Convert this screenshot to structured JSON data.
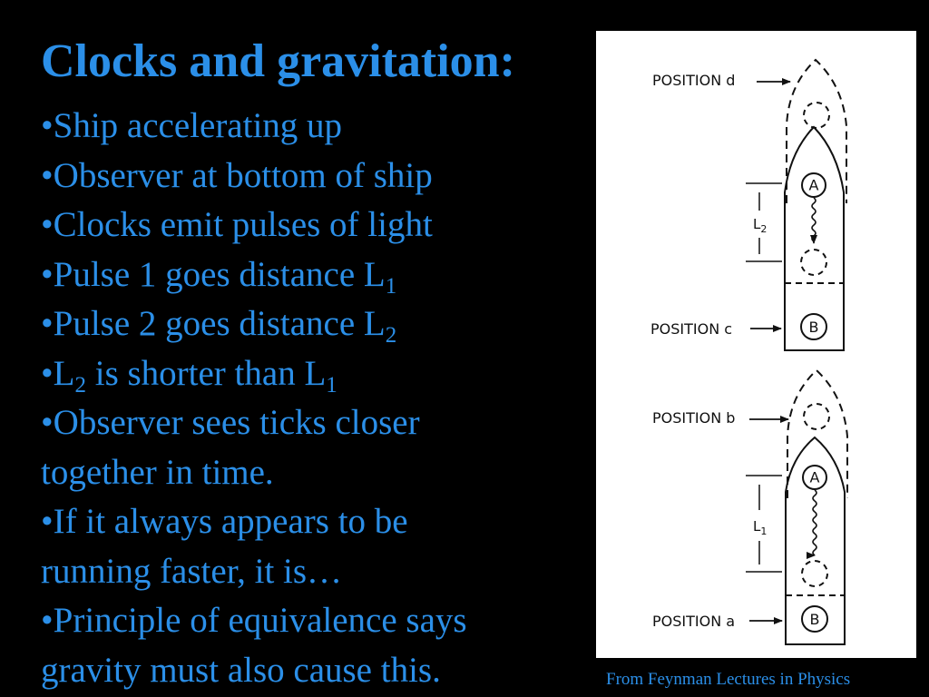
{
  "slide": {
    "title": "Clocks and gravitation:",
    "bullets": [
      {
        "text": "•Ship accelerating up"
      },
      {
        "text": "•Observer at bottom of ship"
      },
      {
        "text": "•Clocks emit pulses of light"
      },
      {
        "pre": "•Pulse 1 goes distance L",
        "sub": "1"
      },
      {
        "pre": "•Pulse 2 goes distance L",
        "sub": "2"
      },
      {
        "pre": "•L",
        "sub": "2",
        "post": " is shorter than L",
        "sub2": "1"
      },
      {
        "text": "•Observer sees ticks closer"
      },
      {
        "text": "together in time."
      },
      {
        "text": "•If it always appears to be"
      },
      {
        "text": "running faster, it is…"
      },
      {
        "text": "•Principle of equivalence says"
      },
      {
        "text": "gravity must also cause this."
      }
    ],
    "caption": "From Feynman Lectures in Physics",
    "colors": {
      "accent": "#2b8fe8",
      "background": "#000000",
      "figure_bg": "#ffffff"
    }
  },
  "figure": {
    "top_ship": {
      "label_upper": "POSITION d",
      "label_lower": "POSITION c",
      "clock_top": "A",
      "clock_bottom": "B",
      "distance_main": "L",
      "distance_sub": "2"
    },
    "bottom_ship": {
      "label_upper": "POSITION b",
      "label_lower": "POSITION a",
      "clock_top": "A",
      "clock_bottom": "B",
      "distance_main": "L",
      "distance_sub": "1"
    }
  }
}
